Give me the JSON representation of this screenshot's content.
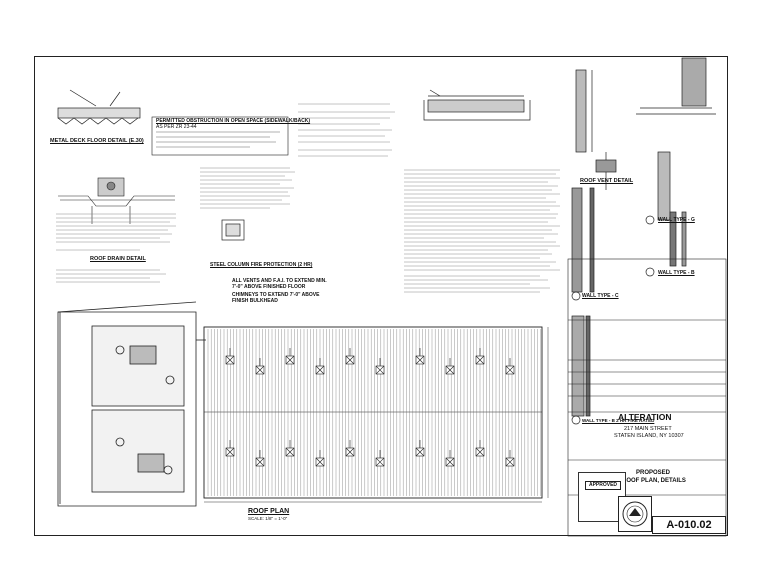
{
  "details": {
    "metal_deck": "METAL DECK FLOOR DETAIL (E.30)",
    "roof_drain": "ROOF DRAIN DETAIL",
    "steel_column": "STEEL COLUMN FIRE PROTECTION (2 HR)",
    "roof_vent": "ROOF VENT DETAIL",
    "roof_plan": "ROOF PLAN",
    "roof_plan_scale": "SCALE: 1/8\" = 1'-0\"",
    "wall_type_c": "WALL TYPE - C",
    "wall_type_b": "WALL TYPE - B",
    "wall_type_g": "WALL TYPE - G",
    "wall_type_b2": "WALL TYPE - B  2 HR FIRE RATED"
  },
  "notes": {
    "vents": "ALL VENTS AND F.A.I. TO EXTEND MIN. 7'-0\" ABOVE FINISHED FLOOR",
    "chimneys": "CHIMNEYS TO EXTEND 7'-0\" ABOVE FINISH BULKHEAD",
    "permitted_obstruction": "PERMITTED OBSTRUCTION IN OPEN SPACE (SIDEWALK/BACK)",
    "code_ref": "AS PER ZR 23-44"
  },
  "title_block": {
    "project": "ALTERATION",
    "address1": "217 MAIN STREET",
    "address2": "STATEN ISLAND, NY 10307",
    "sheet_title1": "PROPOSED",
    "sheet_title2": "ROOF PLAN, DETAILS",
    "approved": "APPROVED",
    "sheet_number": "A-010.02"
  },
  "stamp_icon": "seal-icon"
}
